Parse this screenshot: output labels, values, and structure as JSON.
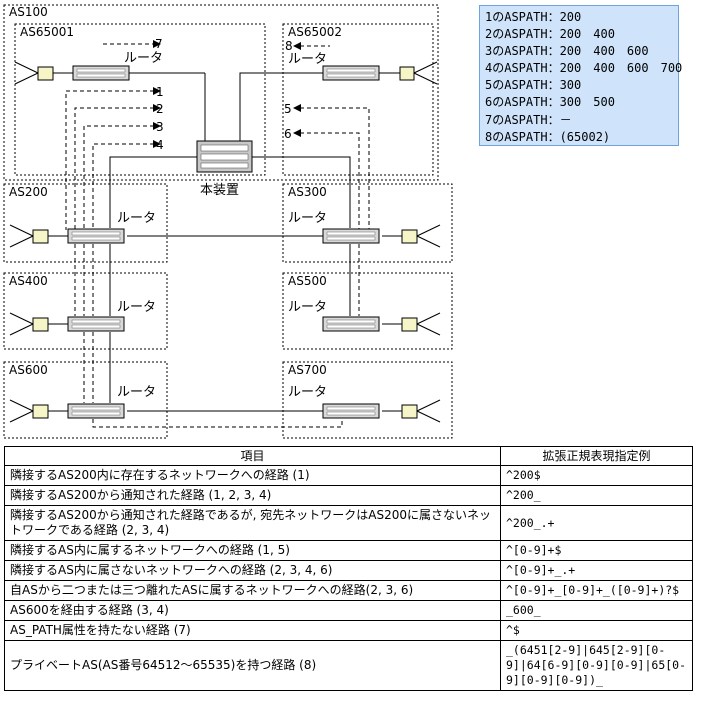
{
  "diagram": {
    "as_labels": {
      "as100": "AS100",
      "as65001": "AS65001",
      "as65002": "AS65002",
      "as200": "AS200",
      "as300": "AS300",
      "as400": "AS400",
      "as500": "AS500",
      "as600": "AS600",
      "as700": "AS700"
    },
    "router_label": "ルータ",
    "device_label": "本装置",
    "path_numbers": [
      "1",
      "2",
      "3",
      "4",
      "5",
      "6",
      "7",
      "8"
    ]
  },
  "aspath_info": [
    "1のASPATH：200",
    "2のASPATH：200　400",
    "3のASPATH：200　400　600",
    "4のASPATH：200　400　600　700",
    "5のASPATH：300",
    "6のASPATH：300　500",
    "7のASPATH：－",
    "8のASPATH：(65002)"
  ],
  "table": {
    "headers": [
      "項目",
      "拡張正規表現指定例"
    ],
    "rows": [
      {
        "item": "隣接するAS200内に存在するネットワークへの経路 (1)",
        "expr": "^200$"
      },
      {
        "item": "隣接するAS200から通知された経路 (1, 2, 3, 4)",
        "expr": "^200_"
      },
      {
        "item": "隣接するAS200から通知された経路であるが, 宛先ネットワークはAS200に属さないネットワークである経路 (2, 3, 4)",
        "expr": "^200_.+"
      },
      {
        "item": "隣接するAS内に属するネットワークへの経路 (1, 5)",
        "expr": "^[0-9]+$"
      },
      {
        "item": "隣接するAS内に属さないネットワークへの経路 (2, 3, 4, 6)",
        "expr": "^[0-9]+_.+"
      },
      {
        "item": "自ASから二つまたは三つ離れたASに属するネットワークへの経路(2, 3, 6)",
        "expr": "^[0-9]+_[0-9]+_([0-9]+)?$"
      },
      {
        "item": "AS600を経由する経路 (3, 4)",
        "expr": "_600_"
      },
      {
        "item": "AS_PATH属性を持たない経路 (7)",
        "expr": "^$"
      },
      {
        "item": "プライベートAS(AS番号64512～65535)を持つ経路 (8)",
        "expr": "_(6451[2-9]|645[2-9][0-9]|64[6-9][0-9][0-9]|65[0-9][0-9][0-9])_"
      }
    ]
  }
}
